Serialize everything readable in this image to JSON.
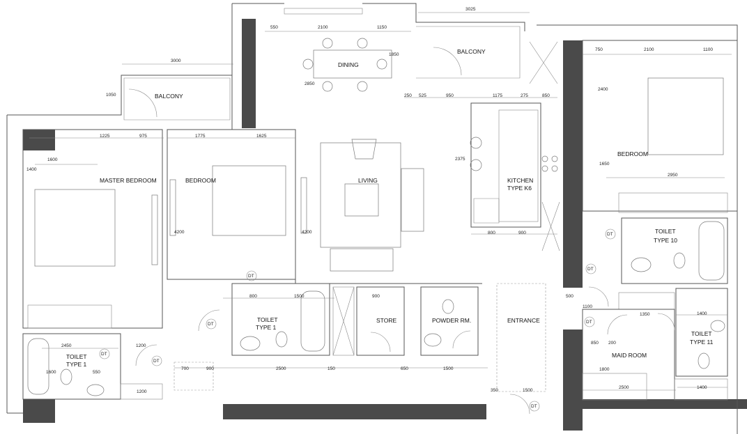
{
  "rooms": {
    "balcony_left": "BALCONY",
    "dining": "DINING",
    "balcony_top": "BALCONY",
    "bedroom_right": "BEDROOM",
    "master_bedroom": "MASTER BEDROOM",
    "bedroom_mid": "BEDROOM",
    "living": "LIVING",
    "kitchen_line1": "KITCHEN",
    "kitchen_line2": "TYPE K6",
    "toilet10_line1": "TOILET",
    "toilet10_line2": "TYPE 10",
    "toilet1a_line1": "TOILET",
    "toilet1a_line2": "TYPE 1",
    "store": "STORE",
    "powder_room": "POWDER RM.",
    "entrance": "ENTRANCE",
    "toilet1b_line1": "TOILET",
    "toilet1b_line2": "TYPE 1",
    "maid_room": "MAID ROOM",
    "toilet11_line1": "TOILET",
    "toilet11_line2": "TYPE 11"
  },
  "dimensions": {
    "d3025": "3025",
    "d550": "550",
    "d2100a": "2100",
    "d1150": "1150",
    "d750": "750",
    "d2100b": "2100",
    "d1100a": "1100",
    "d3000": "3000",
    "d1850": "1850",
    "d2850": "2850",
    "d1050": "1050",
    "d250": "250",
    "d525": "525",
    "d950": "950",
    "d1175": "1175",
    "d275": "275",
    "d850a": "850",
    "d2400": "2400",
    "d1225": "1225",
    "d975": "975",
    "d1775": "1775",
    "d1625": "1625",
    "d1600a": "1600",
    "d2375": "2375",
    "d1650": "1650",
    "d2950": "2950",
    "d1400a": "1400",
    "d4200a": "4200",
    "d4200b": "4200",
    "d800a": "800",
    "d900a": "900",
    "d1500a": "1500",
    "d900b": "900",
    "d800b": "800",
    "d2450": "2450",
    "d1200a": "1200",
    "d1600b": "1600",
    "d550b": "550",
    "d700": "700",
    "d900c": "900",
    "d2500a": "2500",
    "d150": "150",
    "d650": "650",
    "d1500b": "1500",
    "d1200b": "1200",
    "d1350": "1350",
    "d1400b": "1400",
    "d2500b": "2500",
    "d1400c": "1400",
    "d850b": "850",
    "d1500c": "1500",
    "d1800": "1800",
    "d1100b": "1100",
    "d500": "500",
    "d200": "200",
    "d350": "350"
  },
  "tags": {
    "dt": "DT"
  }
}
